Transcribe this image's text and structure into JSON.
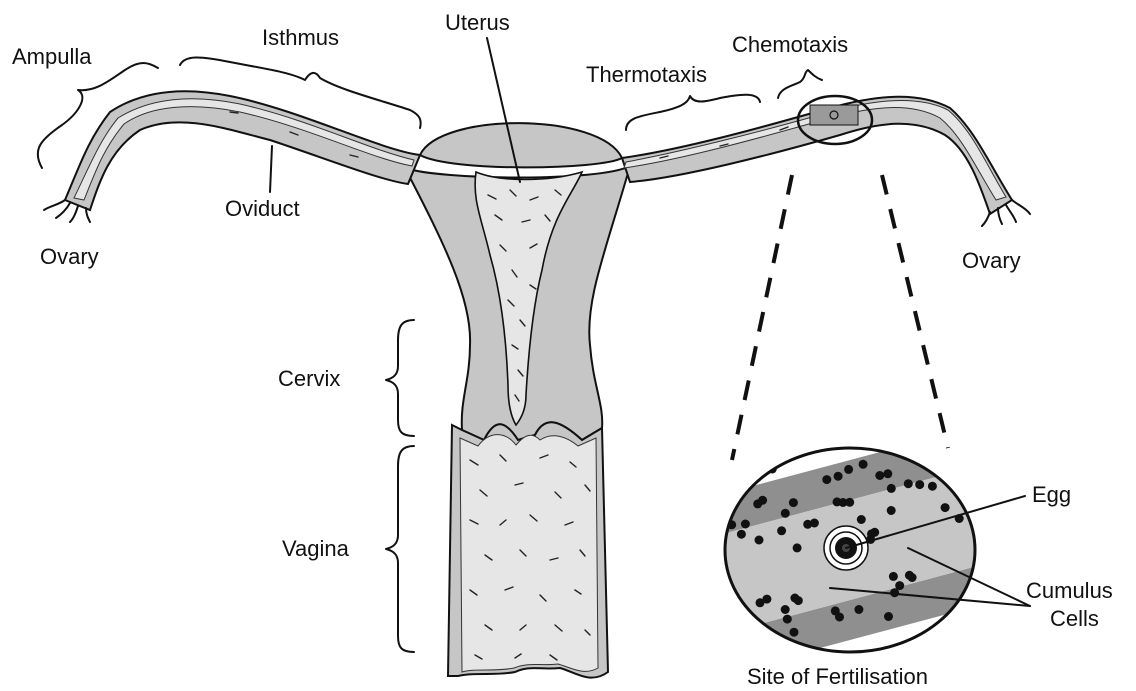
{
  "labels": {
    "ampulla": "Ampulla",
    "isthmus": "Isthmus",
    "uterus": "Uterus",
    "chemotaxis": "Chemotaxis",
    "thermotaxis": "Thermotaxis",
    "oviduct": "Oviduct",
    "ovary_left": "Ovary",
    "ovary_right": "Ovary",
    "cervix": "Cervix",
    "vagina": "Vagina",
    "egg": "Egg",
    "cumulus_line1": "Cumulus",
    "cumulus_line2": "Cells",
    "site": "Site of Fertilisation"
  },
  "colors": {
    "tissue": "#c6c6c6",
    "lumen": "#e6e6e6",
    "stripe": "#8f8f8f",
    "ink": "#111111"
  }
}
